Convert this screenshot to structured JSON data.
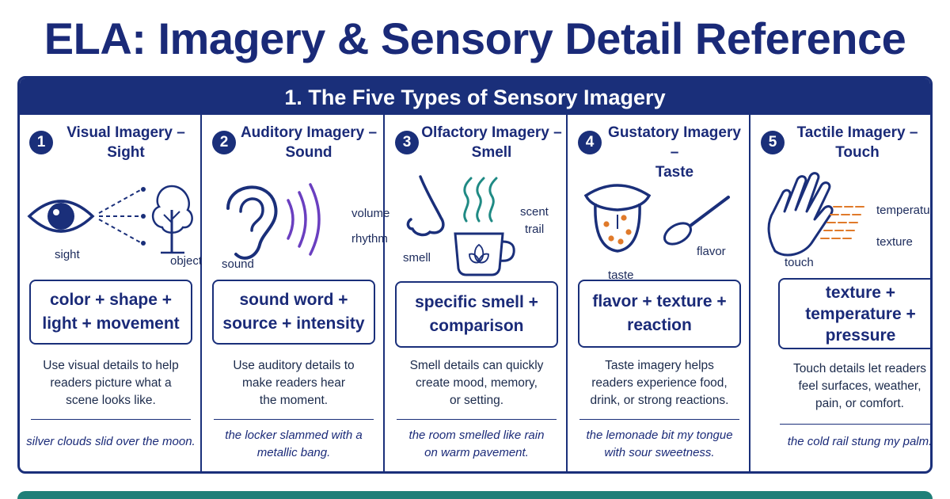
{
  "title": "ELA: Imagery & Sensory Detail Reference",
  "section": {
    "title": "1. The Five Types of Sensory Imagery"
  },
  "colors": {
    "navy": "#1a2f7a",
    "purple": "#6a3fc0",
    "teal": "#1f8a84",
    "orange": "#e07a2a"
  },
  "cards": [
    {
      "number": "1",
      "title_line1": "Visual Imagery –",
      "title_line2": "Sight",
      "icon": "eye-icon",
      "labels": [
        "sight",
        "object"
      ],
      "formula_line1": "color + shape +",
      "formula_line2": "light + movement",
      "desc_line1": "Use visual details to help",
      "desc_line2": "readers picture what a",
      "desc_line3": "scene looks like.",
      "example_line1": "silver clouds slid over the moon."
    },
    {
      "number": "2",
      "title_line1": "Auditory Imagery –",
      "title_line2": "Sound",
      "icon": "ear-icon",
      "labels": [
        "volume",
        "rhythm",
        "sound"
      ],
      "formula_line1": "sound word +",
      "formula_line2": "source + intensity",
      "desc_line1": "Use auditory details to",
      "desc_line2": "make readers hear",
      "desc_line3": "the moment.",
      "example_line1": "the locker slammed with a",
      "example_line2": "metallic bang."
    },
    {
      "number": "3",
      "title_line1": "Olfactory Imagery –",
      "title_line2": "Smell",
      "icon": "nose-icon",
      "labels": [
        "smell",
        "scent",
        "trail"
      ],
      "formula_line1": "specific smell +",
      "formula_line2": "comparison",
      "desc_line1": "Smell details can quickly",
      "desc_line2": "create mood, memory,",
      "desc_line3": "or setting.",
      "example_line1": "the room smelled like rain",
      "example_line2": "on warm pavement."
    },
    {
      "number": "4",
      "title_line1": "Gustatory Imagery –",
      "title_line2": "Taste",
      "icon": "tongue-icon",
      "labels": [
        "taste",
        "flavor"
      ],
      "formula_line1": "flavor + texture +",
      "formula_line2": "reaction",
      "desc_line1": "Taste imagery helps",
      "desc_line2": "readers experience food,",
      "desc_line3": "drink, or strong reactions.",
      "example_line1": "the lemonade bit my tongue",
      "example_line2": "with sour sweetness."
    },
    {
      "number": "5",
      "title_line1": "Tactile Imagery –",
      "title_line2": "Touch",
      "icon": "hand-icon",
      "labels": [
        "temperature",
        "texture",
        "touch"
      ],
      "formula_line1": "texture +",
      "formula_line2": "temperature +",
      "formula_line3": "pressure",
      "desc_line1": "Touch details let readers",
      "desc_line2": "feel surfaces, weather,",
      "desc_line3": "pain, or comfort.",
      "example_line1": "the cold rail stung my palm."
    }
  ]
}
